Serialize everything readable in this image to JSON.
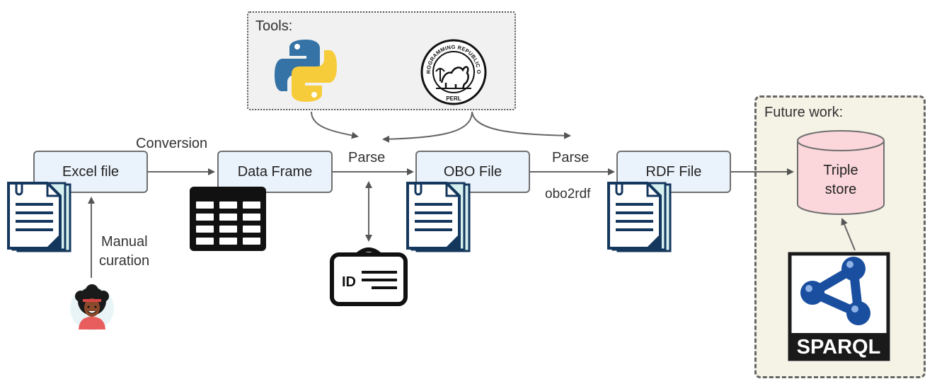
{
  "tools": {
    "title": "Tools:"
  },
  "future": {
    "title": "Future work:"
  },
  "nodes": {
    "excel": "Excel file",
    "dataframe": "Data Frame",
    "obo": "OBO File",
    "rdf": "RDF File",
    "triple_store_line1": "Triple",
    "triple_store_line2": "store"
  },
  "edges": {
    "conversion": "Conversion",
    "parse1": "Parse",
    "parse2": "Parse",
    "obo2rdf": "obo2rdf",
    "manual_line1": "Manual",
    "manual_line2": "curation"
  },
  "logos": {
    "perl_ring": "PROGRAMMING REPUBLIC OF",
    "perl_bottom": "PERL",
    "id_card": "ID",
    "sparql": "SPARQL"
  },
  "colors": {
    "node_fill": "#eaf2fb",
    "node_border": "#6f6f6f",
    "triple_store_fill": "#fbd7db",
    "doc_teal": "#d6f0ef",
    "doc_navy": "#14375e",
    "sparql_blue": "#1a4fa0",
    "python_blue": "#3572a5",
    "python_yellow": "#f7cc3b"
  }
}
